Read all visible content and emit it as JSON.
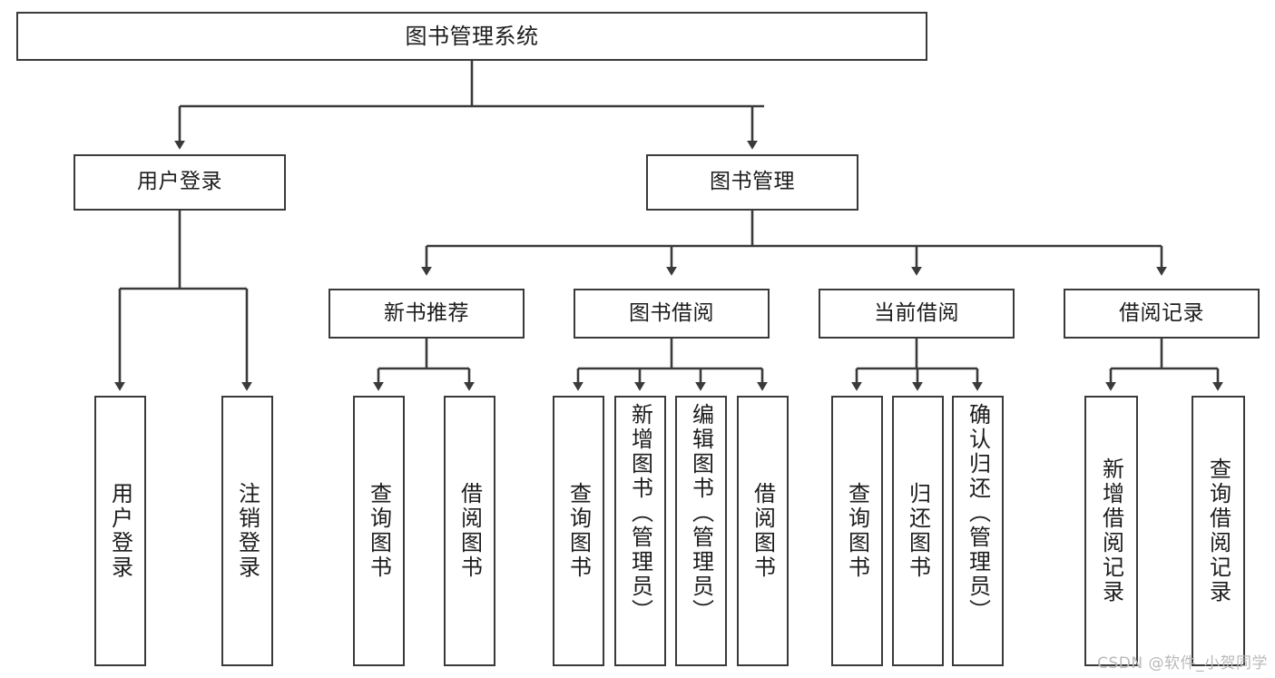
{
  "diagram": {
    "title": "图书管理系统",
    "type": "tree-hierarchy",
    "watermark": "CSDN @软件_小贺同学",
    "colors": {
      "stroke": "#3a3a3a",
      "fill": "#ffffff",
      "text": "#1c1c1c",
      "watermark": "#b9b9b9"
    },
    "nodes": {
      "root": {
        "label": "图书管理系统",
        "level": 0
      },
      "level1": [
        {
          "label": "用户登录",
          "level": 1
        },
        {
          "label": "图书管理",
          "level": 1
        }
      ],
      "level2": [
        {
          "label": "新书推荐",
          "level": 2,
          "parent": "图书管理"
        },
        {
          "label": "图书借阅",
          "level": 2,
          "parent": "图书管理"
        },
        {
          "label": "当前借阅",
          "level": 2,
          "parent": "图书管理"
        },
        {
          "label": "借阅记录",
          "level": 2,
          "parent": "图书管理"
        }
      ],
      "leaves": {
        "user_login": [
          {
            "label": "用户登录"
          },
          {
            "label": "注销登录"
          }
        ],
        "new_book_recommend": [
          {
            "label": "查询图书"
          },
          {
            "label": "借阅图书"
          }
        ],
        "book_borrow": [
          {
            "label": "查询图书"
          },
          {
            "label": "新增图书（管理员）"
          },
          {
            "label": "编辑图书（管理员）"
          },
          {
            "label": "借阅图书"
          }
        ],
        "current_borrow": [
          {
            "label": "查询图书"
          },
          {
            "label": "归还图书"
          },
          {
            "label": "确认归还（管理员）"
          }
        ],
        "borrow_record": [
          {
            "label": "新增借阅记录"
          },
          {
            "label": "查询借阅记录"
          }
        ]
      }
    }
  }
}
